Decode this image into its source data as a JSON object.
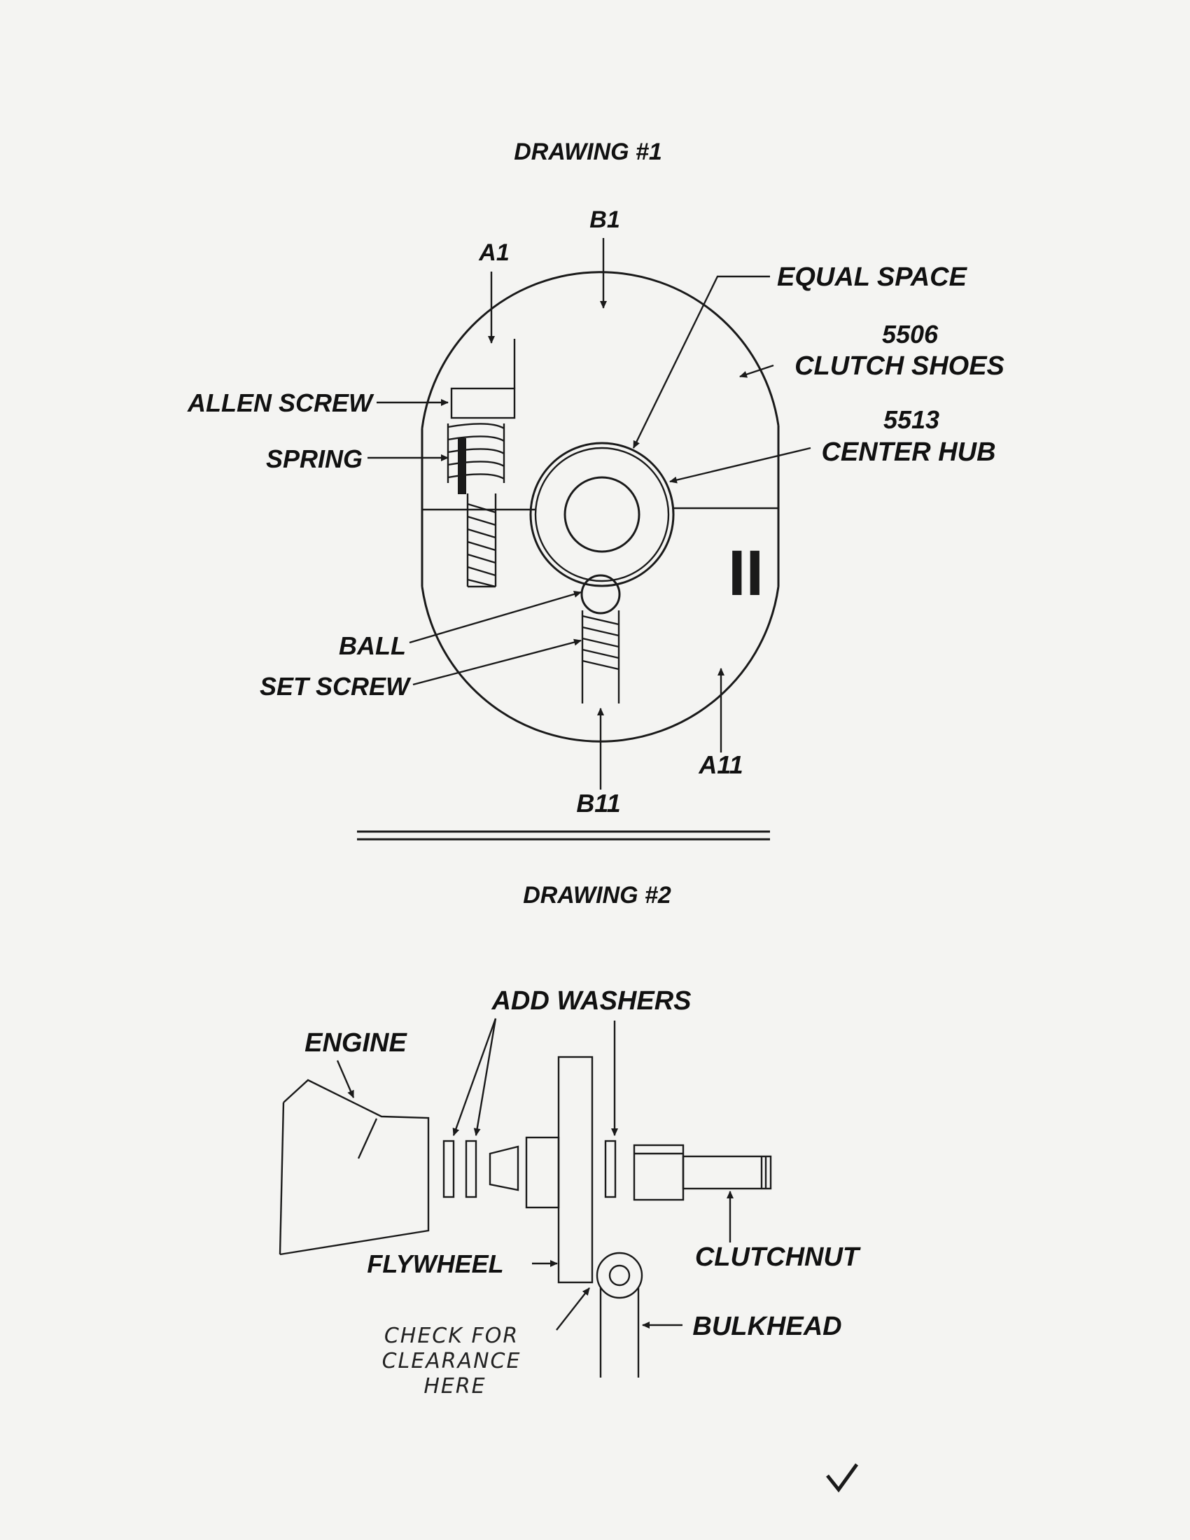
{
  "drawing1": {
    "title": "DRAWING #1",
    "labels": {
      "b1": "B1",
      "a1": "A1",
      "equal_space": "EQUAL SPACE",
      "clutch_shoes_part": "5506",
      "clutch_shoes_name": "CLUTCH SHOES",
      "allen_screw": "ALLEN SCREW",
      "center_hub_part": "5513",
      "center_hub_name": "CENTER HUB",
      "spring": "SPRING",
      "ball": "BALL",
      "set_screw": "SET SCREW",
      "a11": "A11",
      "b11": "B11"
    },
    "shoe_mark": "II"
  },
  "drawing2": {
    "title": "DRAWING #2",
    "labels": {
      "add_washers": "ADD WASHERS",
      "engine": "ENGINE",
      "flywheel": "FLYWHEEL",
      "clutchnut": "CLUTCHNUT",
      "bulkhead": "BULKHEAD"
    },
    "handwritten_note": [
      "CHECK FOR",
      "CLEARANCE",
      "HERE"
    ]
  },
  "colors": {
    "ink": "#1a1a1a",
    "paper": "#f4f4f2"
  }
}
